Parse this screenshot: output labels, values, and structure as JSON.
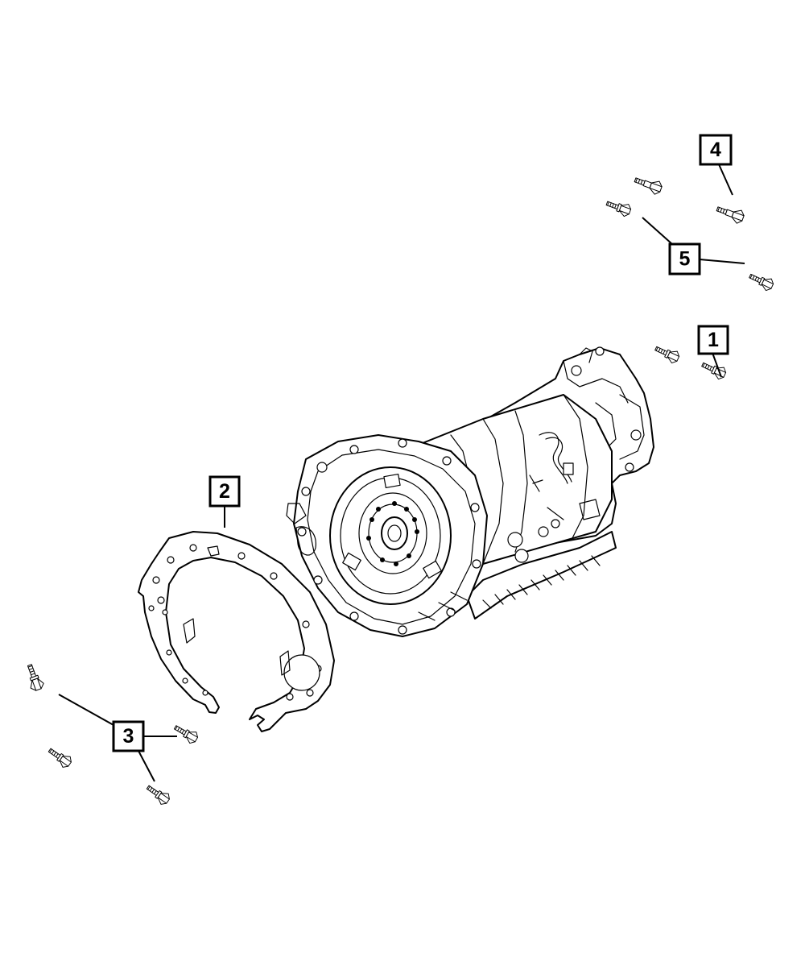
{
  "callouts": [
    {
      "id": "1",
      "label": "1"
    },
    {
      "id": "2",
      "label": "2"
    },
    {
      "id": "3",
      "label": "3"
    },
    {
      "id": "4",
      "label": "4"
    },
    {
      "id": "5",
      "label": "5"
    }
  ],
  "colors": {
    "line": "#000000",
    "background": "#ffffff"
  },
  "icons": {
    "bolt": "bolt-icon",
    "gasket": "gasket-plate-icon",
    "transmission": "transmission-icon"
  }
}
